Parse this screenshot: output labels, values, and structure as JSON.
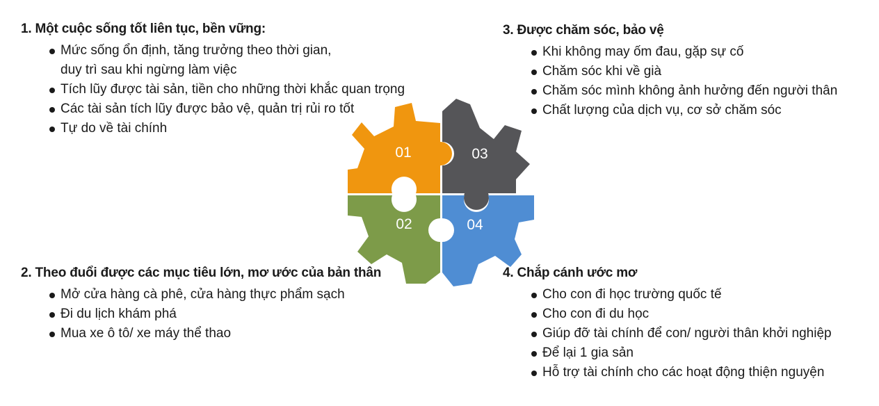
{
  "colors": {
    "piece_01": "#F0960F",
    "piece_02": "#7D9B49",
    "piece_03": "#555558",
    "piece_04": "#4F8DD3",
    "text": "#1a1a1a"
  },
  "puzzle": {
    "labels": [
      "01",
      "02",
      "03",
      "04"
    ]
  },
  "sections": {
    "s1": {
      "title": "1. Một cuộc sống tốt liên tục, bền vững:",
      "items": [
        [
          "Mức sống ổn định, tăng trưởng theo thời gian,",
          "duy trì sau khi ngừng làm việc"
        ],
        [
          "Tích lũy được tài sản, tiền cho những thời khắc quan trọng"
        ],
        [
          "Các tài sản tích lũy được bảo vệ, quản trị rủi ro tốt"
        ],
        [
          "Tự do về tài chính"
        ]
      ]
    },
    "s2": {
      "title": "2. Theo đuổi được các mục tiêu lớn, mơ ước của bản thân",
      "items": [
        "Mở cửa hàng cà phê, cửa hàng thực phẩm sạch",
        "Đi du lịch khám phá",
        "Mua xe ô tô/ xe máy thể thao"
      ]
    },
    "s3": {
      "title": "3. Được chăm sóc, bảo vệ",
      "items": [
        "Khi không may ốm đau, gặp sự cố",
        "Chăm sóc khi về già",
        "Chăm sóc mình không ảnh hưởng đến người thân",
        "Chất lượng của dịch vụ, cơ sở chăm sóc"
      ]
    },
    "s4": {
      "title": "4. Chắp cánh ước mơ",
      "items": [
        "Cho con đi học trường quốc tế",
        "Cho con đi du học",
        "Giúp đỡ tài chính để con/ người thân khởi nghiệp",
        "Để lại 1 gia sản",
        "Hỗ trợ tài chính cho các hoạt động thiện nguyện"
      ]
    }
  }
}
